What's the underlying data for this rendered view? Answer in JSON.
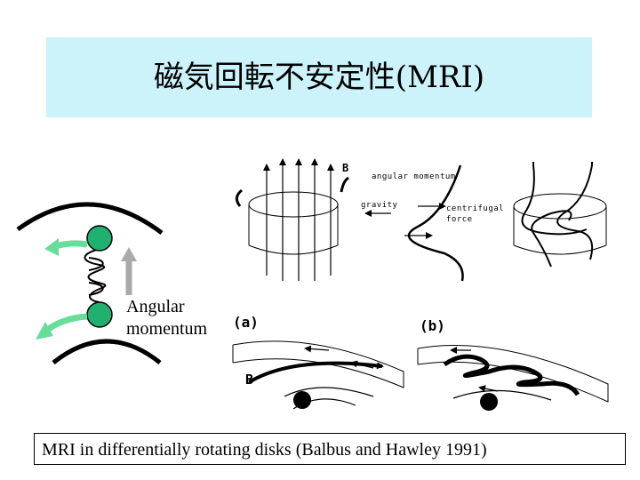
{
  "title": "磁気回転不安定性(MRI)",
  "angular_label_line1": "Angular",
  "angular_label_line2": "momentum",
  "fig_labels": {
    "b_top": "B",
    "angular_momentum": "angular momentum",
    "gravity": "gravity",
    "centrifugal_1": "centrifugal",
    "centrifugal_2": "force",
    "panel_a": "(a)",
    "panel_b": "(b)",
    "b_bottom": "B"
  },
  "caption": "MRI in differentially rotating disks (Balbus and Hawley 1991)",
  "colors": {
    "title_bg": "#ccf2fa",
    "ball": "#20b070",
    "green_arrow": "#66dd99",
    "gray_arrow": "#aaaaaa"
  }
}
